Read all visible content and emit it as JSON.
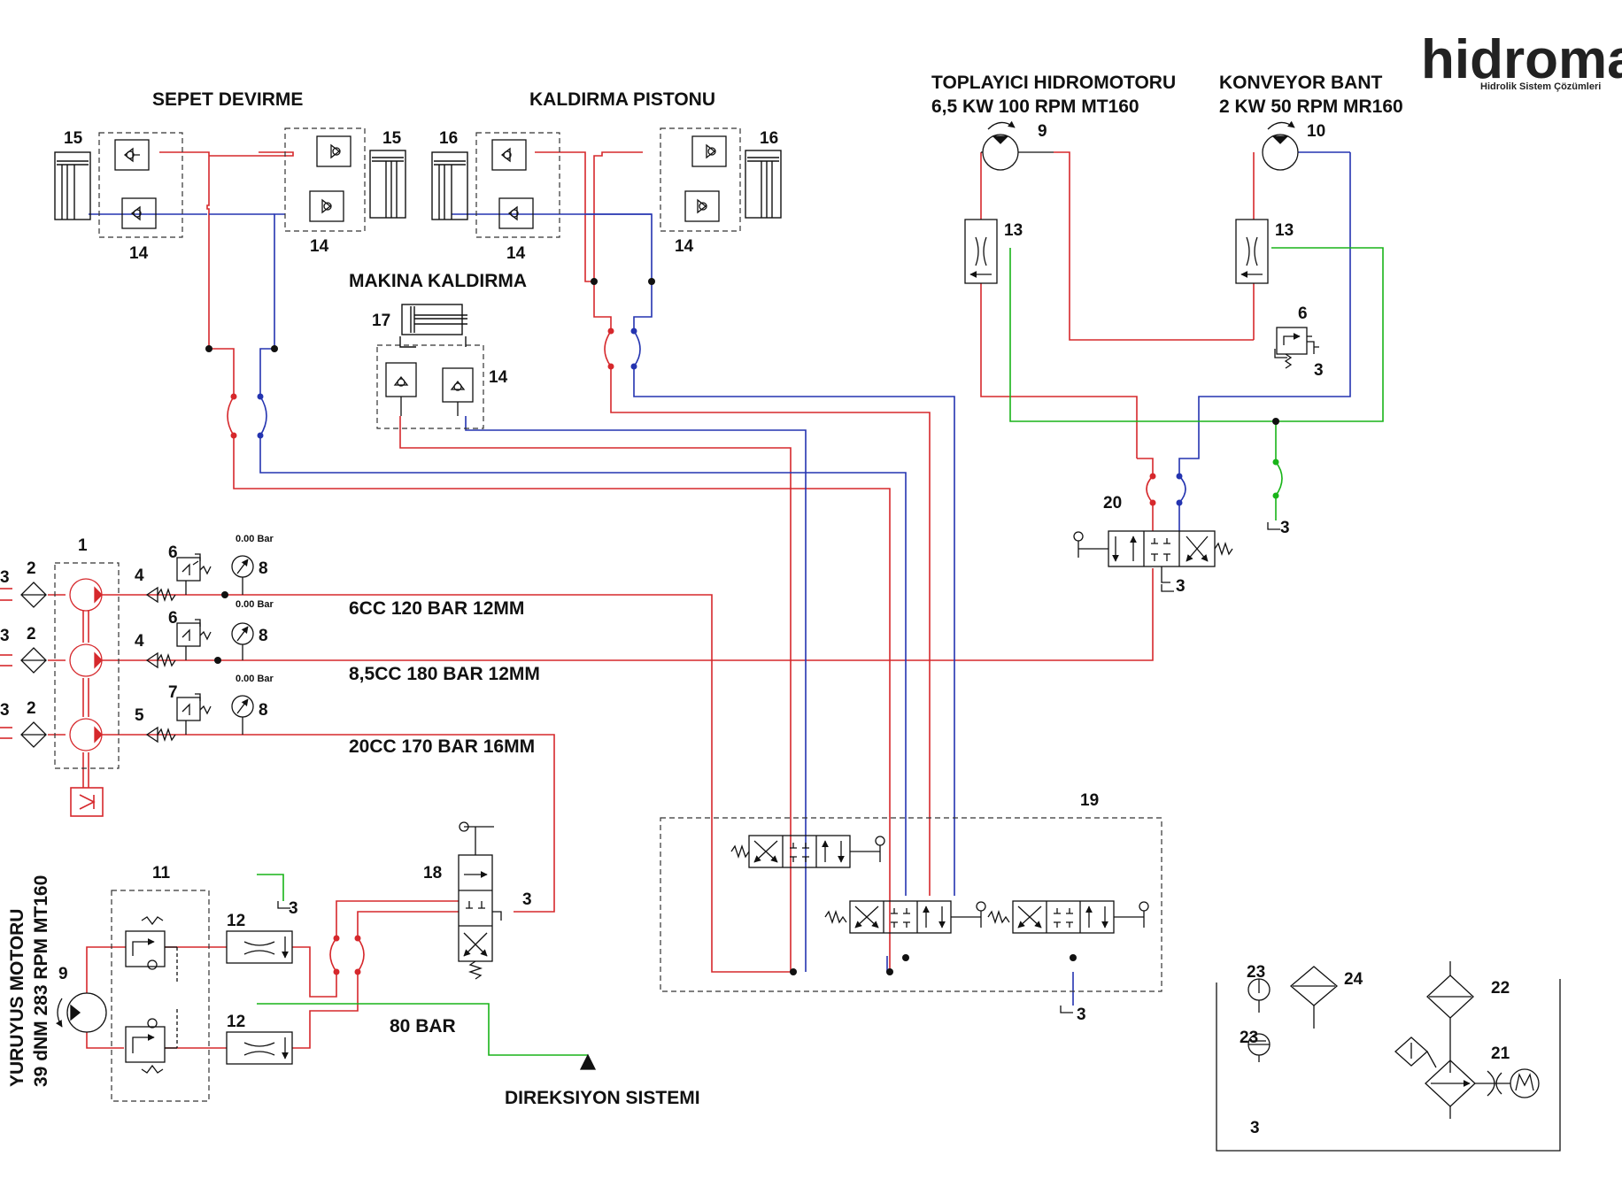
{
  "brand": {
    "name": "hidroman",
    "tagline": "Hidrolik Sistem Çözümleri"
  },
  "colors": {
    "pressure": "#d6282c",
    "return": "#2434b0",
    "green": "#18b418",
    "line": "#000000",
    "dash": "#333333"
  },
  "titles": {
    "sepet": "SEPET DEVIRME",
    "kaldirma": "KALDIRMA PISTONU",
    "makina": "MAKINA KALDIRMA",
    "toplayici_1": "TOPLAYICI HIDROMOTORU",
    "toplayici_2": "6,5 KW 100 RPM MT160",
    "konveyor_1": "KONVEYOR BANT",
    "konveyor_2": "2 KW 50 RPM MR160",
    "yuruyus_1": "YURUYUS MOTORU",
    "yuruyus_2": "39 dNM 283 RPM MT160",
    "direksiyon": "DIREKSIYON SISTEMI"
  },
  "lines": {
    "pump1": "6CC 120 BAR 12MM",
    "pump2": "8,5CC 180 BAR 12MM",
    "pump3": "20CC 170 BAR 16MM",
    "bar80": "80 BAR"
  },
  "gauges": [
    "0.00 Bar",
    "0.00 Bar",
    "0.00 Bar"
  ],
  "labels": {
    "n1": "1",
    "n2": "2",
    "n3": "3",
    "n4": "4",
    "n5": "5",
    "n6": "6",
    "n7": "7",
    "n8": "8",
    "n9": "9",
    "n10": "10",
    "n11": "11",
    "n12": "12",
    "n13": "13",
    "n14": "14",
    "n15": "15",
    "n16": "16",
    "n17": "17",
    "n18": "18",
    "n19": "19",
    "n20": "20",
    "n21": "21",
    "n22": "22",
    "n23": "23",
    "n24": "24"
  }
}
